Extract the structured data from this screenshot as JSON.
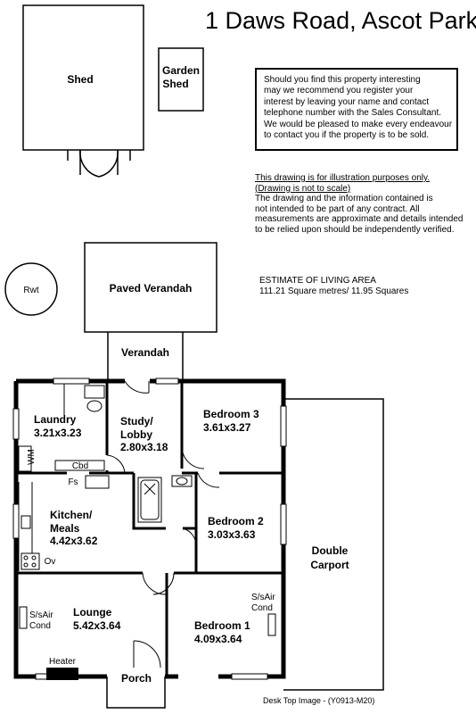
{
  "title": "1 Daws Road, Ascot Park",
  "notice": {
    "lines": [
      "Should you find this property interesting",
      "may we recommend you register your",
      "interest by leaving your name and contact",
      "telephone number with the Sales Consultant.",
      "We would be pleased to make every endeavour",
      "to contact you if the property is to be sold."
    ]
  },
  "disclaimer": {
    "line1": "This drawing is for illustration purposes only.",
    "line2": "(Drawing is not to scale)",
    "line3": "The drawing and the information contained is",
    "line4": "not intended to be part of any contract.  All",
    "line5": "measurements are approximate and details intended",
    "line6": "to be relied upon should be independently verified."
  },
  "estimate": {
    "heading": "ESTIMATE OF LIVING AREA",
    "value": "111.21 Square metres/  11.95 Squares"
  },
  "footer": "Desk Top Image - (Y0913-M20)",
  "rooms": {
    "shed": "Shed",
    "garden_shed_1": "Garden",
    "garden_shed_2": "Shed",
    "rwt": "Rwt",
    "paved_verandah": "Paved Verandah",
    "verandah": "Verandah",
    "laundry_name": "Laundry",
    "laundry_size": "3.21x3.23",
    "study_name_1": "Study/",
    "study_name_2": "Lobby",
    "study_size": "2.80x3.18",
    "bedroom3_name": "Bedroom 3",
    "bedroom3_size": "3.61x3.27",
    "kitchen_name_1": "Kitchen/",
    "kitchen_name_2": "Meals",
    "kitchen_size": "4.42x3.62",
    "bedroom2_name": "Bedroom 2",
    "bedroom2_size": "3.03x3.63",
    "carport_1": "Double",
    "carport_2": "Carport",
    "lounge_name": "Lounge",
    "lounge_size": "5.42x3.64",
    "bedroom1_name": "Bedroom 1",
    "bedroom1_size": "4.09x3.64",
    "porch": "Porch"
  },
  "fixtures": {
    "wm": "WM",
    "cbd": "Cbd",
    "fs": "Fs",
    "ov": "Ov",
    "ssair_lounge_1": "S/sAir",
    "ssair_lounge_2": "Cond",
    "ssair_bed1_1": "S/sAir",
    "ssair_bed1_2": "Cond",
    "heater": "Heater"
  }
}
